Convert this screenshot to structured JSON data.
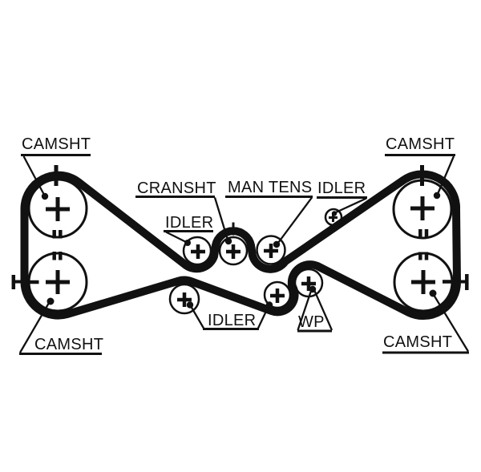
{
  "diagram": {
    "kind": "timing-belt-routing-diagram",
    "background_color": "#ffffff",
    "line_color": "#111111",
    "labels": {
      "camshaft_top_left": "CAMSHT",
      "camshaft_top_right": "CAMSHT",
      "camshaft_bottom_left": "CAMSHT",
      "camshaft_bottom_right": "CAMSHT",
      "crankshaft": "CRANSHT",
      "manual_tensioner": "MAN TENS",
      "idler_upper_mid": "IDLER",
      "idler_upper_right": "IDLER",
      "idler_lower": "IDLER",
      "water_pump": "WP"
    }
  }
}
